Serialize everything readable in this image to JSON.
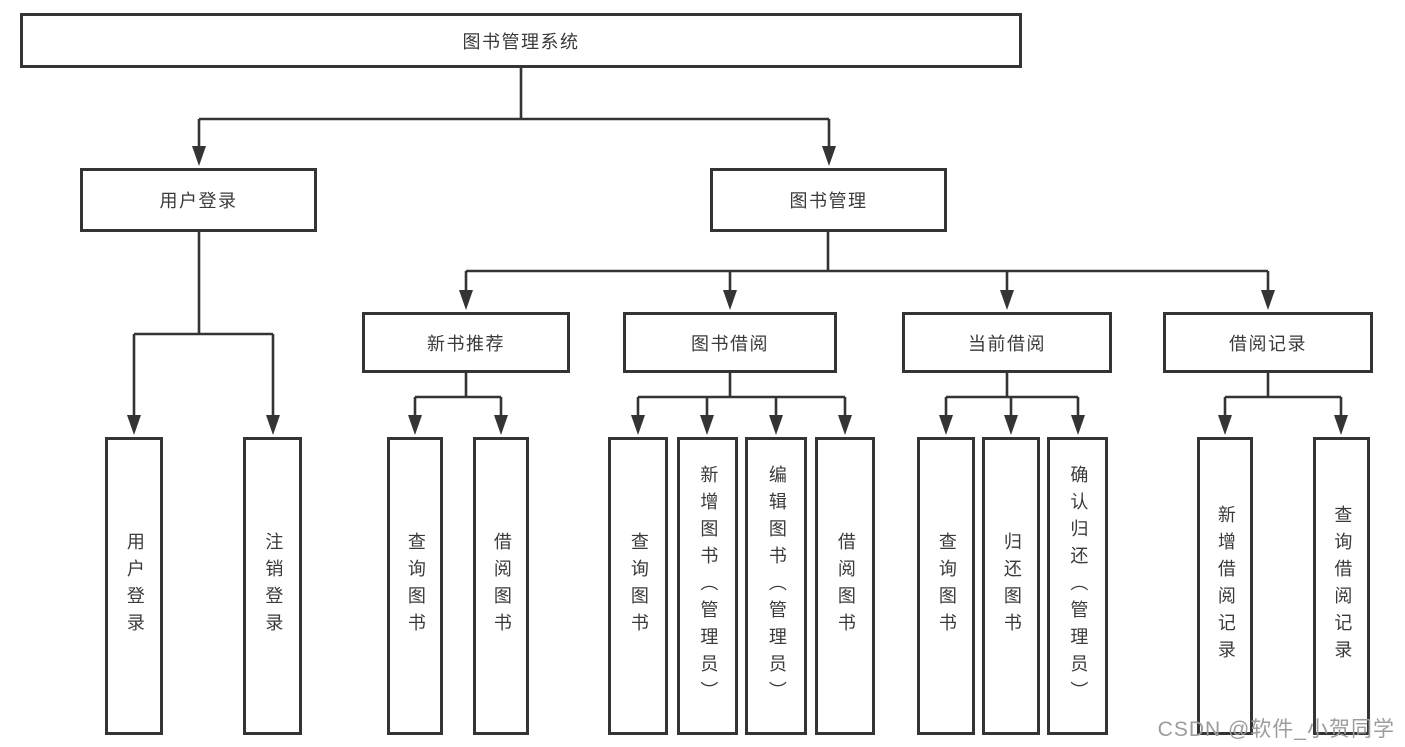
{
  "diagram": {
    "root": {
      "label": "图书管理系统"
    },
    "level2": [
      {
        "label": "用户登录",
        "children": [
          {
            "label": "用户登录"
          },
          {
            "label": "注销登录"
          }
        ]
      },
      {
        "label": "图书管理",
        "children": [
          {
            "label": "新书推荐",
            "children": [
              {
                "label": "查询图书"
              },
              {
                "label": "借阅图书"
              }
            ]
          },
          {
            "label": "图书借阅",
            "children": [
              {
                "label": "查询图书"
              },
              {
                "label": "新增图书（管理员）"
              },
              {
                "label": "编辑图书（管理员）"
              },
              {
                "label": "借阅图书"
              }
            ]
          },
          {
            "label": "当前借阅",
            "children": [
              {
                "label": "查询图书"
              },
              {
                "label": "归还图书"
              },
              {
                "label": "确认归还（管理员）"
              }
            ]
          },
          {
            "label": "借阅记录",
            "children": [
              {
                "label": "新增借阅记录"
              },
              {
                "label": "查询借阅记录"
              }
            ]
          }
        ]
      }
    ],
    "watermark": "CSDN @软件_小贺同学",
    "colors": {
      "line": "#343434",
      "box_border": "#343434",
      "box_fill": "#ffffff",
      "text": "#3a3a3a",
      "watermark": "#9c9c9c",
      "background": "#ffffff"
    }
  }
}
